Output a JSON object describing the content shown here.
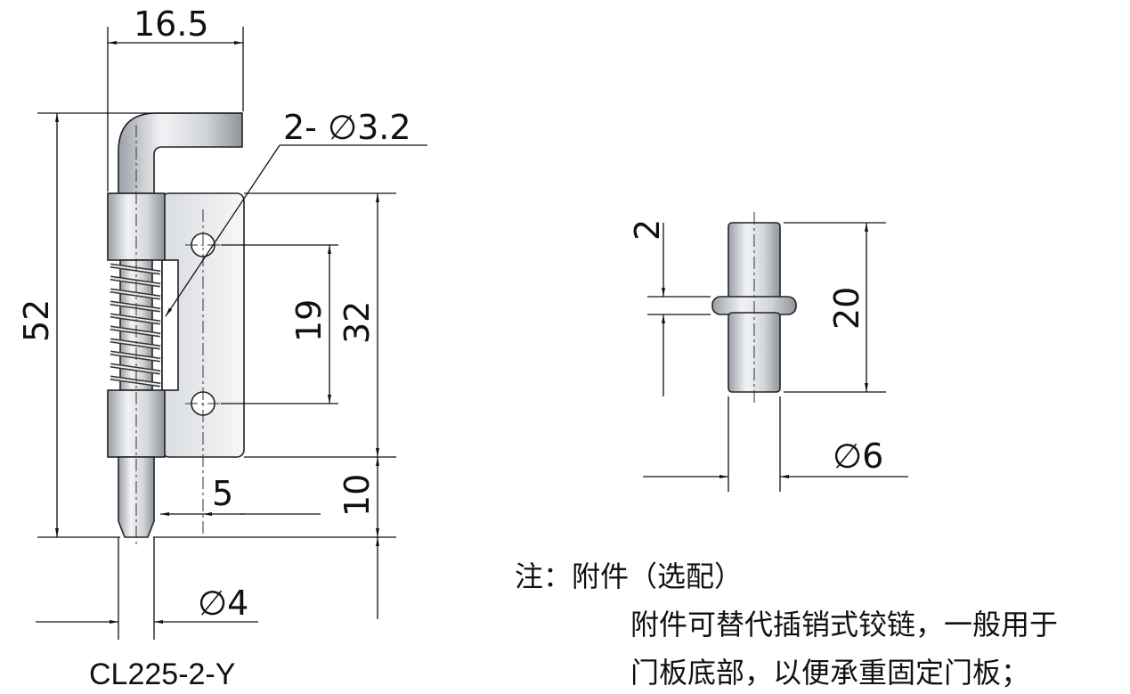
{
  "dimensions": {
    "width_top": "16.5",
    "holes": "2- ∅3.2",
    "height_total": "52",
    "hole_spacing": "19",
    "plate_height": "32",
    "offset": "5",
    "pin_length": "10",
    "pin_diameter": "∅4",
    "acc_collar": "2",
    "acc_length": "20",
    "acc_diameter": "∅6"
  },
  "part_number": "CL225-2-Y",
  "note": {
    "title": "注：附件（选配）",
    "line1": "附件可替代插销式铰链，一般用于",
    "line2": "门板底部，以便承重固定门板；"
  }
}
